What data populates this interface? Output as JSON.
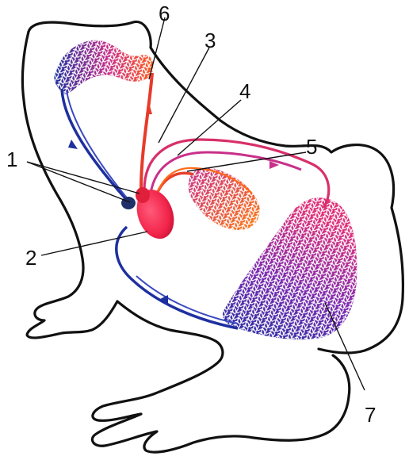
{
  "labels": {
    "l1": "1",
    "l2": "2",
    "l3": "3",
    "l4": "4",
    "l5": "5",
    "l6": "6",
    "l7": "7"
  },
  "colors": {
    "arterial": "#e83a2a",
    "venous": "#1e2fa0",
    "mixed": "#c8308a",
    "heart": "#f2244a",
    "outline": "#111111"
  }
}
